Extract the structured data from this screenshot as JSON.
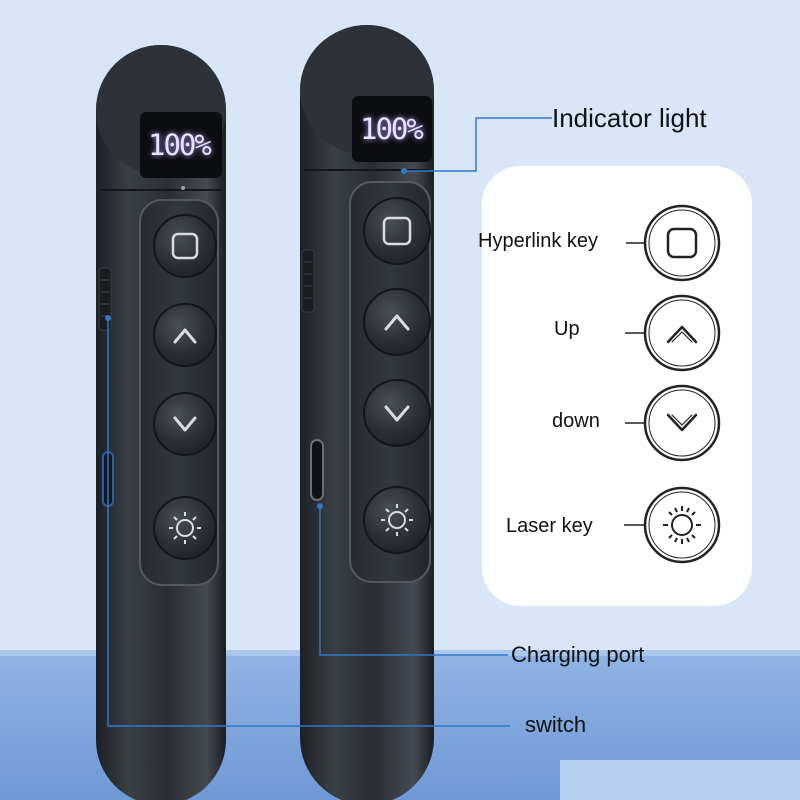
{
  "product": {
    "display_left": "100%",
    "display_right": "100%"
  },
  "callout": {
    "items": [
      {
        "label": "Hyperlink key",
        "icon": "square-icon"
      },
      {
        "label": "Up",
        "icon": "chevron-up-icon"
      },
      {
        "label": "down",
        "icon": "chevron-down-icon"
      },
      {
        "label": "Laser key",
        "icon": "laser-sun-icon"
      }
    ]
  },
  "annotations": {
    "indicator": "Indicator light",
    "charging": "Charging port",
    "switch": "switch"
  },
  "colors": {
    "background": "#d9e6f7",
    "leader_line": "#2f78c9",
    "display_text": "#eae2ff",
    "body": "#2b2f35"
  }
}
